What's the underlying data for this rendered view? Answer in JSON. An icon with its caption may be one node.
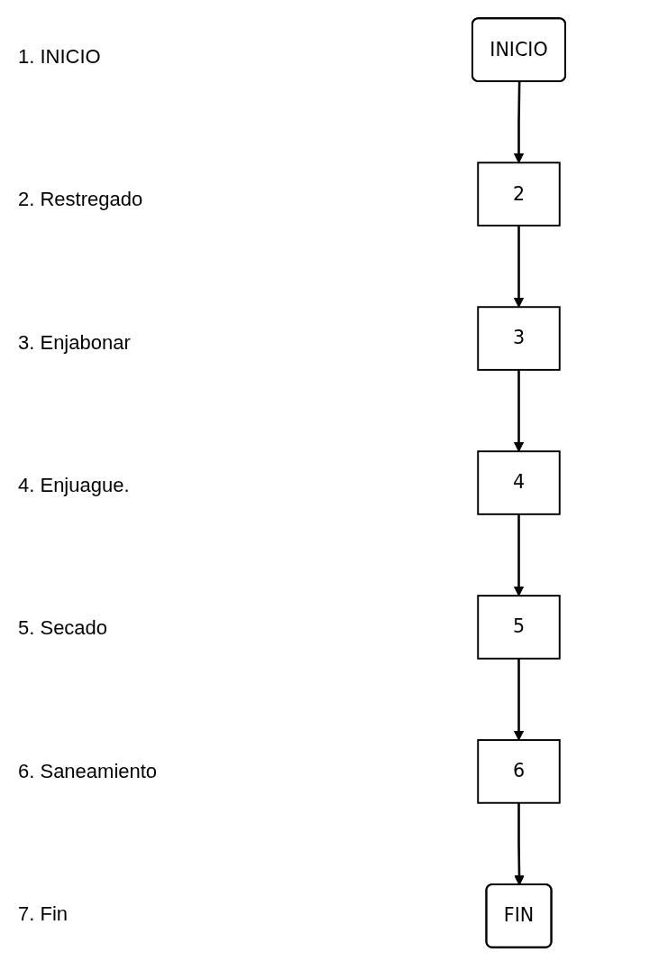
{
  "diagram": {
    "nodes": [
      {
        "text": [
          "INICIO"
        ]
      },
      {
        "text": [
          "2"
        ]
      },
      {
        "text": [
          "3"
        ]
      },
      {
        "text": [
          "4"
        ]
      },
      {
        "text": [
          "5"
        ]
      },
      {
        "text": [
          "6"
        ]
      },
      {
        "text": [
          "FIN"
        ]
      }
    ],
    "edges": [
      {
        "from": 0,
        "to": 1,
        "arrow": "to"
      },
      {
        "from": 1,
        "to": 2,
        "arrow": "to"
      },
      {
        "from": 2,
        "to": 3,
        "arrow": "to"
      },
      {
        "from": 3,
        "to": 4,
        "arrow": "to"
      },
      {
        "from": 4,
        "to": 5,
        "arrow": "to"
      },
      {
        "from": 5,
        "to": 6,
        "arrow": "to"
      }
    ],
    "labels": [
      "1. INICIO",
      "2. Restregado",
      "3. Enjabonar",
      "4. Enjuague.",
      "5. Secado",
      "6. Saneamiento",
      "7. Fin"
    ]
  }
}
